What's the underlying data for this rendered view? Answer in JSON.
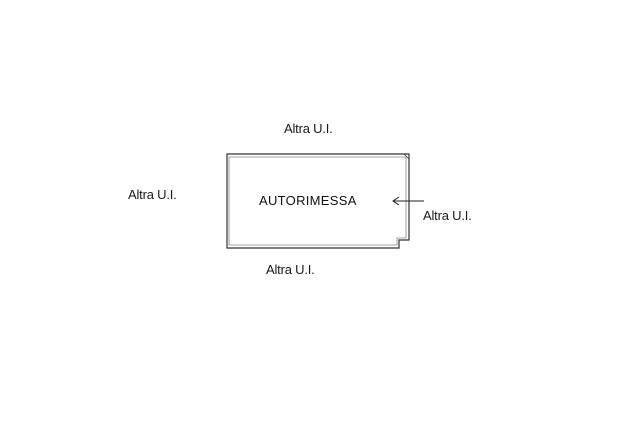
{
  "room": {
    "name": "AUTORIMESSA"
  },
  "neighbors": {
    "top": "Altra U.I.",
    "left": "Altra U.I.",
    "right": "Altra U.I.",
    "bottom": "Altra U.I."
  },
  "colors": {
    "line": "#333333",
    "text": "#111111",
    "background": "#ffffff"
  }
}
